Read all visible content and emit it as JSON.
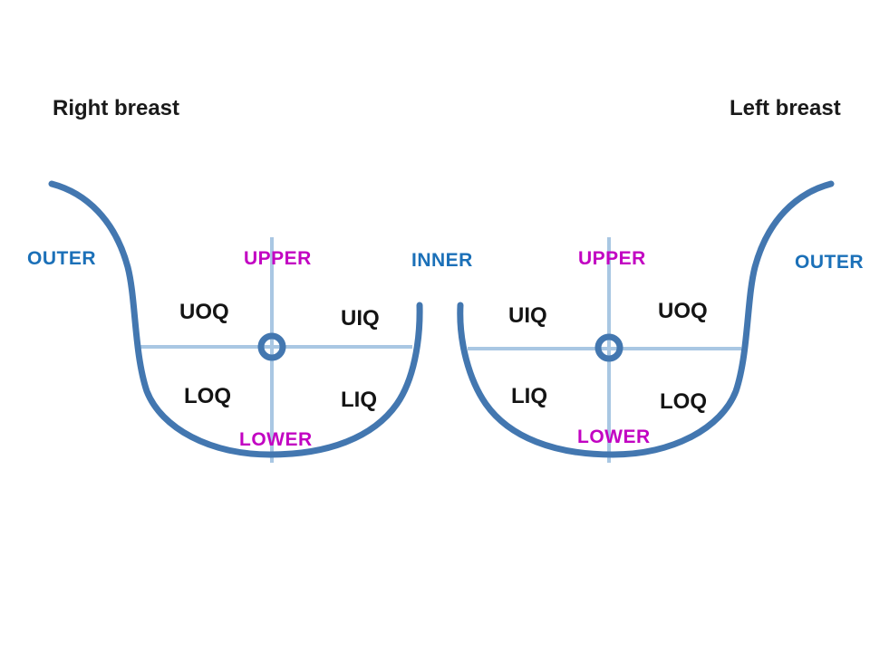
{
  "titles": {
    "right_breast": "Right breast",
    "left_breast": "Left breast"
  },
  "colors": {
    "breast_outline": "#4377b0",
    "crosshair_line": "#a9c7e3",
    "direction_label_blue": "#1b70b8",
    "pole_label_magenta": "#c203c2",
    "quadrant_label_black": "#141414"
  },
  "center_label": {
    "inner": "INNER"
  },
  "right_breast": {
    "outer": "OUTER",
    "upper": "UPPER",
    "lower": "LOWER",
    "quadrants": {
      "uoq": "UOQ",
      "uiq": "UIQ",
      "loq": "LOQ",
      "liq": "LIQ"
    }
  },
  "left_breast": {
    "outer": "OUTER",
    "upper": "UPPER",
    "lower": "LOWER",
    "quadrants": {
      "uiq": "UIQ",
      "uoq": "UOQ",
      "liq": "LIQ",
      "loq": "LOQ"
    }
  }
}
